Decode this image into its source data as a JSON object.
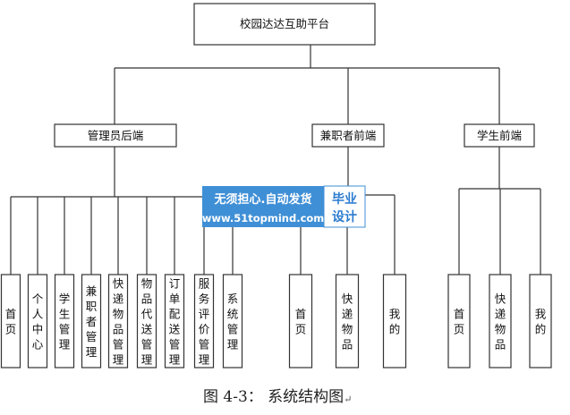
{
  "root": {
    "label": "校园达达互助平台"
  },
  "branches": [
    {
      "label": "管理员后端",
      "children": [
        "首页",
        "个人中心",
        "学生管理",
        "兼职者管理",
        "快递物品管理",
        "物品代送管理",
        "订单配送管理",
        "服务评价管理",
        "系统管理"
      ]
    },
    {
      "label": "兼职者前端",
      "children": [
        "首页",
        "快递物品",
        "我的"
      ]
    },
    {
      "label": "学生前端",
      "children": [
        "首页",
        "快递物品",
        "我的"
      ]
    }
  ],
  "watermark": {
    "line1": "无须担心.自动发货",
    "line2": "www.51topmind.com",
    "badge_line1": "毕业",
    "badge_line2": "设计"
  },
  "caption": "图 4-3： 系统结构图",
  "caption_mark": "↵"
}
